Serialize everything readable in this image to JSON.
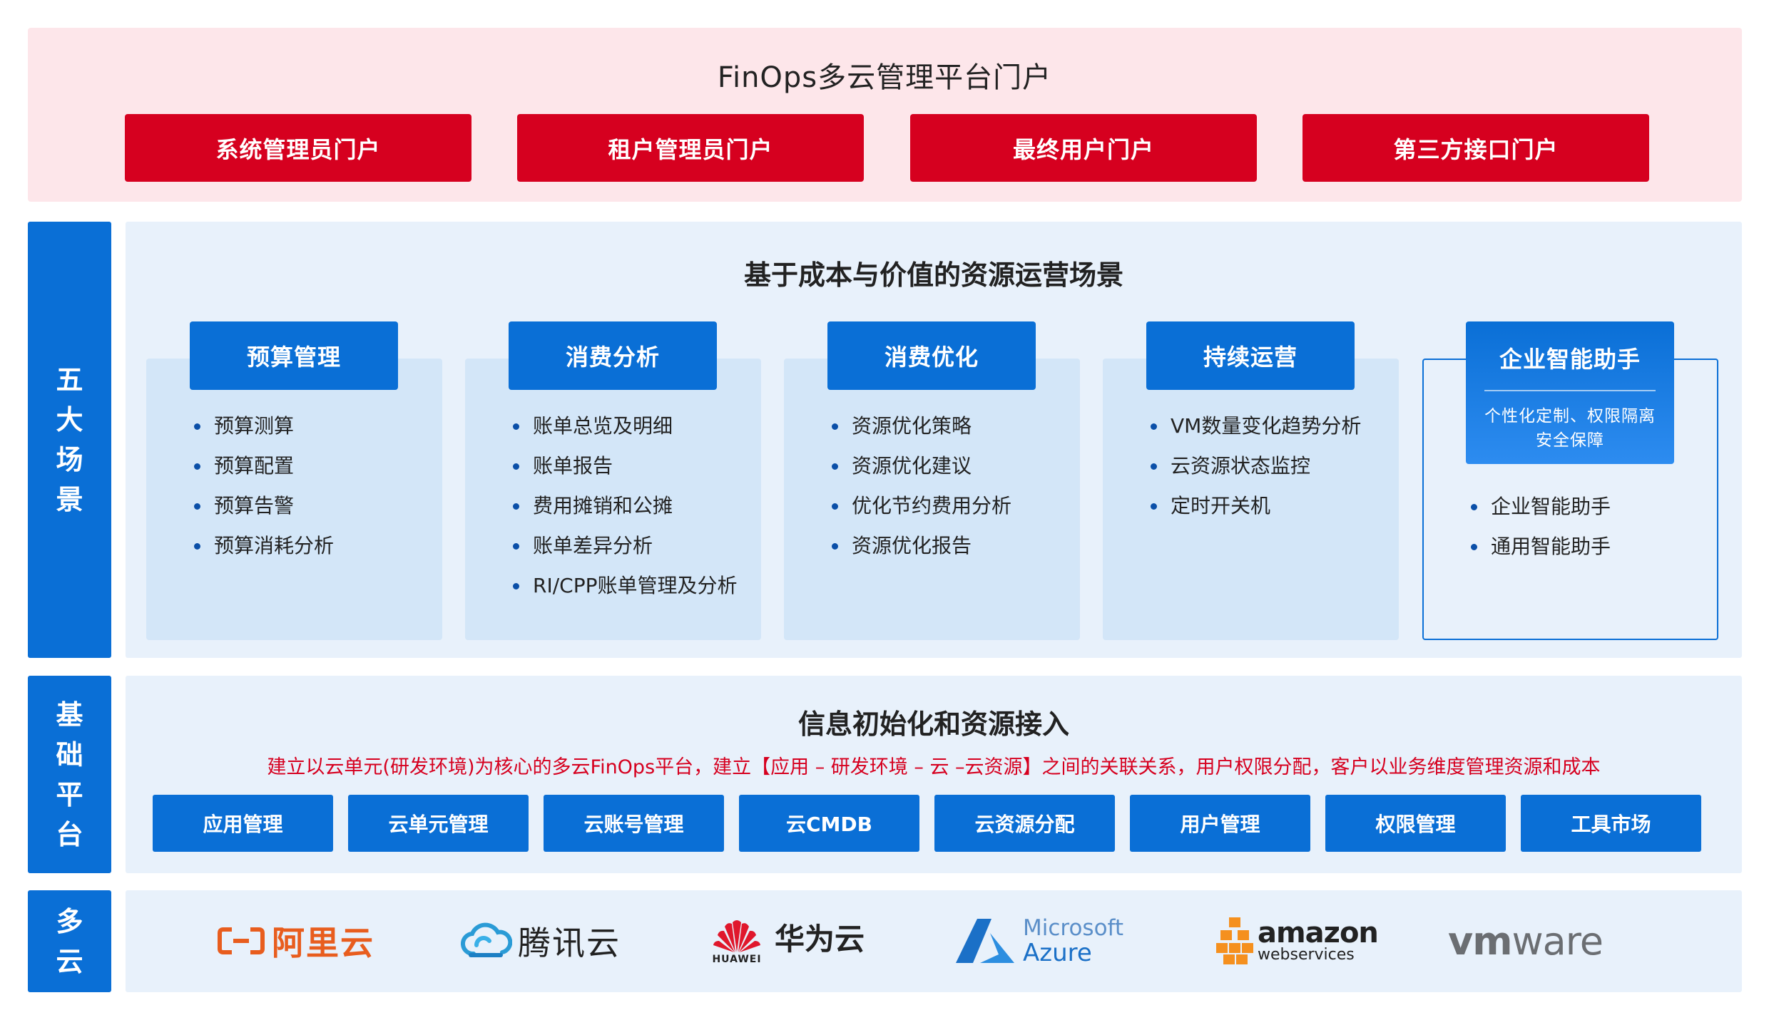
{
  "portal": {
    "title": "FinOps多云管理平台门户",
    "buttons": [
      "系统管理员门户",
      "租户管理员门户",
      "最终用户门户",
      "第三方接口门户"
    ]
  },
  "side_labels": {
    "scenarios": [
      "五",
      "大",
      "场",
      "景"
    ],
    "base": [
      "基",
      "础",
      "平",
      "台"
    ],
    "cloud": [
      "多",
      "云"
    ]
  },
  "scenarios": {
    "title": "基于成本与价值的资源运营场景",
    "cards": [
      {
        "title": "预算管理",
        "items": [
          "预算测算",
          "预算配置",
          "预算告警",
          "预算消耗分析"
        ]
      },
      {
        "title": "消费分析",
        "items": [
          "账单总览及明细",
          "账单报告",
          "费用摊销和公摊",
          "账单差异分析",
          "RI/CPP账单管理及分析"
        ]
      },
      {
        "title": "消费优化",
        "items": [
          "资源优化策略",
          "资源优化建议",
          "优化节约费用分析",
          "资源优化报告"
        ]
      },
      {
        "title": "持续运营",
        "items": [
          "VM数量变化趋势分析",
          "云资源状态监控",
          "定时开关机"
        ]
      },
      {
        "title": "企业智能助手",
        "subtitle_lines": [
          "个性化定制、权限隔离",
          "安全保障"
        ],
        "items": [
          "企业智能助手",
          "通用智能助手"
        ]
      }
    ]
  },
  "base": {
    "title": "信息初始化和资源接入",
    "description": "建立以云单元(研发环境)为核心的多云FinOps平台，建立【应用 – 研发环境 – 云 –云资源】之间的关联关系，用户权限分配，客户以业务维度管理资源和成本",
    "buttons": [
      "应用管理",
      "云单元管理",
      "云账号管理",
      "云CMDB",
      "云资源分配",
      "用户管理",
      "权限管理",
      "工具市场"
    ]
  },
  "clouds": {
    "aliyun": {
      "mark": "[-]",
      "name": "阿里云"
    },
    "tencent": {
      "name": "腾讯云"
    },
    "huawei": {
      "name": "华为云",
      "small": "HUAWEI"
    },
    "azure": {
      "line1": "Microsoft",
      "line2": "Azure"
    },
    "aws": {
      "line1": "amazon",
      "line2": "webservices"
    },
    "vmware": {
      "part1": "vm",
      "part2": "ware"
    }
  },
  "colors": {
    "portal_red": "#d6001f",
    "primary_blue": "#0a6fd6",
    "portal_band": "#fde6ea",
    "blue_band": "#e8f1fb",
    "card_blue": "#d3e6f8"
  }
}
